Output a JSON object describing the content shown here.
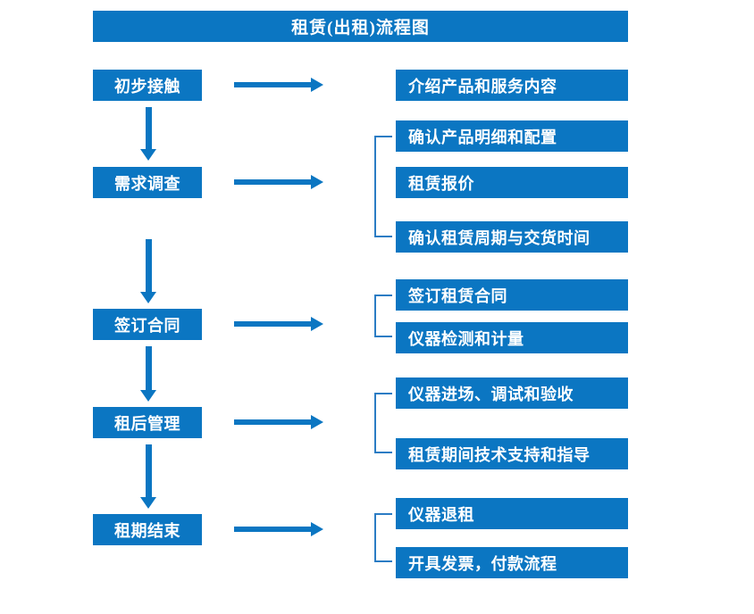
{
  "title": "租赁(出租)流程图",
  "theme": {
    "box_fill": "#0b76c2",
    "box_text": "#ffffff",
    "arrow": "#0b76c2",
    "bracket": "#2b7cc4",
    "background": "#ffffff"
  },
  "stages": [
    {
      "id": "stage-1",
      "label": "初步接触"
    },
    {
      "id": "stage-2",
      "label": "需求调查"
    },
    {
      "id": "stage-3",
      "label": "签订合同"
    },
    {
      "id": "stage-4",
      "label": "租后管理"
    },
    {
      "id": "stage-5",
      "label": "租期结束"
    }
  ],
  "details": [
    {
      "id": "detail-1-1",
      "label": "介绍产品和服务内容"
    },
    {
      "id": "detail-2-1",
      "label": "确认产品明细和配置"
    },
    {
      "id": "detail-2-2",
      "label": "租赁报价"
    },
    {
      "id": "detail-2-3",
      "label": "确认租赁周期与交货时间"
    },
    {
      "id": "detail-3-1",
      "label": "签订租赁合同"
    },
    {
      "id": "detail-3-2",
      "label": "仪器检测和计量"
    },
    {
      "id": "detail-4-1",
      "label": "仪器进场、调试和验收"
    },
    {
      "id": "detail-4-2",
      "label": "租赁期间技术支持和指导"
    },
    {
      "id": "detail-5-1",
      "label": "仪器退租"
    },
    {
      "id": "detail-5-2",
      "label": "开具发票，付款流程"
    }
  ],
  "connectors": {
    "right_arrows": 5,
    "down_arrows": 4,
    "brackets": 4
  }
}
